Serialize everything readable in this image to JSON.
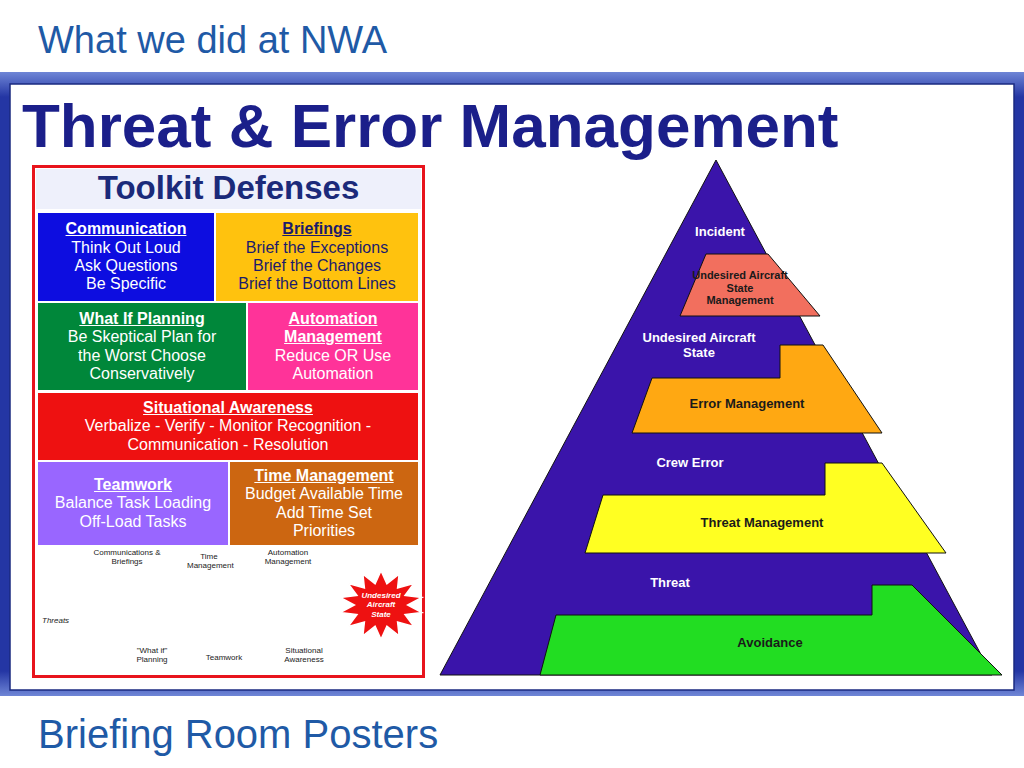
{
  "diagram": {
    "title": "What we did at NWA",
    "caption": "Briefing Room Posters",
    "nodes": [
      {
        "text": [
          "Toolkit Defenses"
        ]
      },
      {
        "text": [
          "Communication",
          "Think Out Loud Ask Questions Be Specific"
        ],
        "in": 0
      },
      {
        "text": [
          "Briefings",
          "Brief the Exceptions Brief the Changes Brief the Bottom Lines"
        ],
        "in": 0
      },
      {
        "text": [
          "What If Planning",
          "Be Skeptical Plan for the Worst Choose Conservatively"
        ],
        "in": 0
      },
      {
        "text": [
          "Automation Management",
          "Reduce OR Use Automation"
        ],
        "in": 0
      },
      {
        "text": [
          "Situational Awareness",
          "Verbalize - Verify - Monitor Recognition - Communication - Resolution"
        ],
        "in": 0
      },
      {
        "text": [
          "Teamwork",
          "Balance Task Loading Off-Load Tasks"
        ],
        "in": 0
      },
      {
        "text": [
          "Time Management",
          "Budget Available Time Add Time Set Priorities"
        ],
        "in": 0
      },
      {
        "text": [
          "Undesired Aircraft State"
        ],
        "in": 0
      },
      {
        "text": [
          "Incident"
        ]
      },
      {
        "text": [
          "Undesired Aircraft State Management"
        ]
      },
      {
        "text": [
          "Undesired Aircraft State"
        ]
      },
      {
        "text": [
          "Error Management"
        ]
      },
      {
        "text": [
          "Crew Error"
        ]
      },
      {
        "text": [
          "Threat Management"
        ]
      },
      {
        "text": [
          "Threat"
        ]
      },
      {
        "text": [
          "Avoidance"
        ]
      }
    ],
    "labels": [
      "Threat & Error Management",
      "Communications & Briefings",
      "Time Management",
      "Automation Management",
      "Threats",
      "\"What if\" Planning",
      "Teamwork",
      "Situational Awareness"
    ]
  }
}
